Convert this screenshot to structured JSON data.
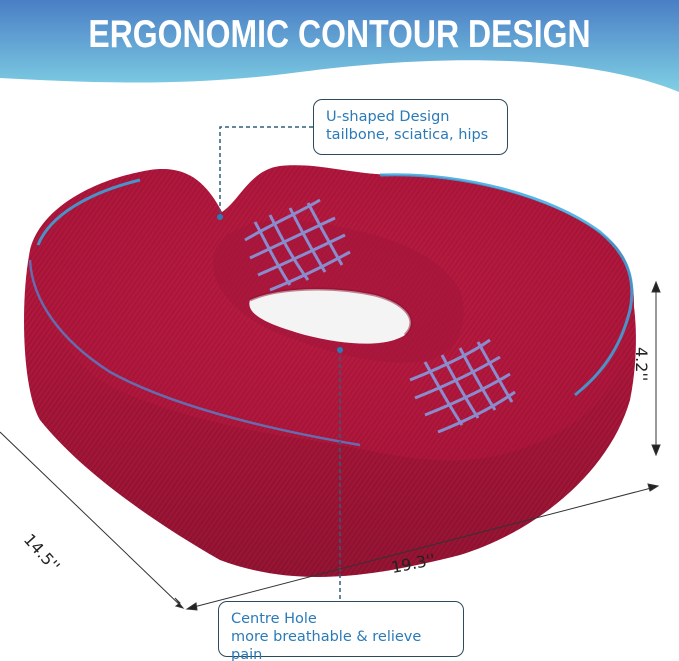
{
  "banner": {
    "title": "ERGONOMIC CONTOUR DESIGN",
    "gradient_top": "#4a80c6",
    "gradient_bottom": "#7dcde3"
  },
  "product": {
    "name": "donut seat cushion",
    "color": "#b5183f",
    "accent_line_color": "#3aa8e0"
  },
  "callouts": {
    "top": {
      "line1": "U-shaped Design",
      "line2": "tailbone, sciatica,  hips"
    },
    "bottom": {
      "line1": "Centre Hole",
      "line2": "more breathable & relieve pain"
    }
  },
  "dimensions": {
    "width": "19.3''",
    "depth": "14.5''",
    "height": "4.2''"
  }
}
